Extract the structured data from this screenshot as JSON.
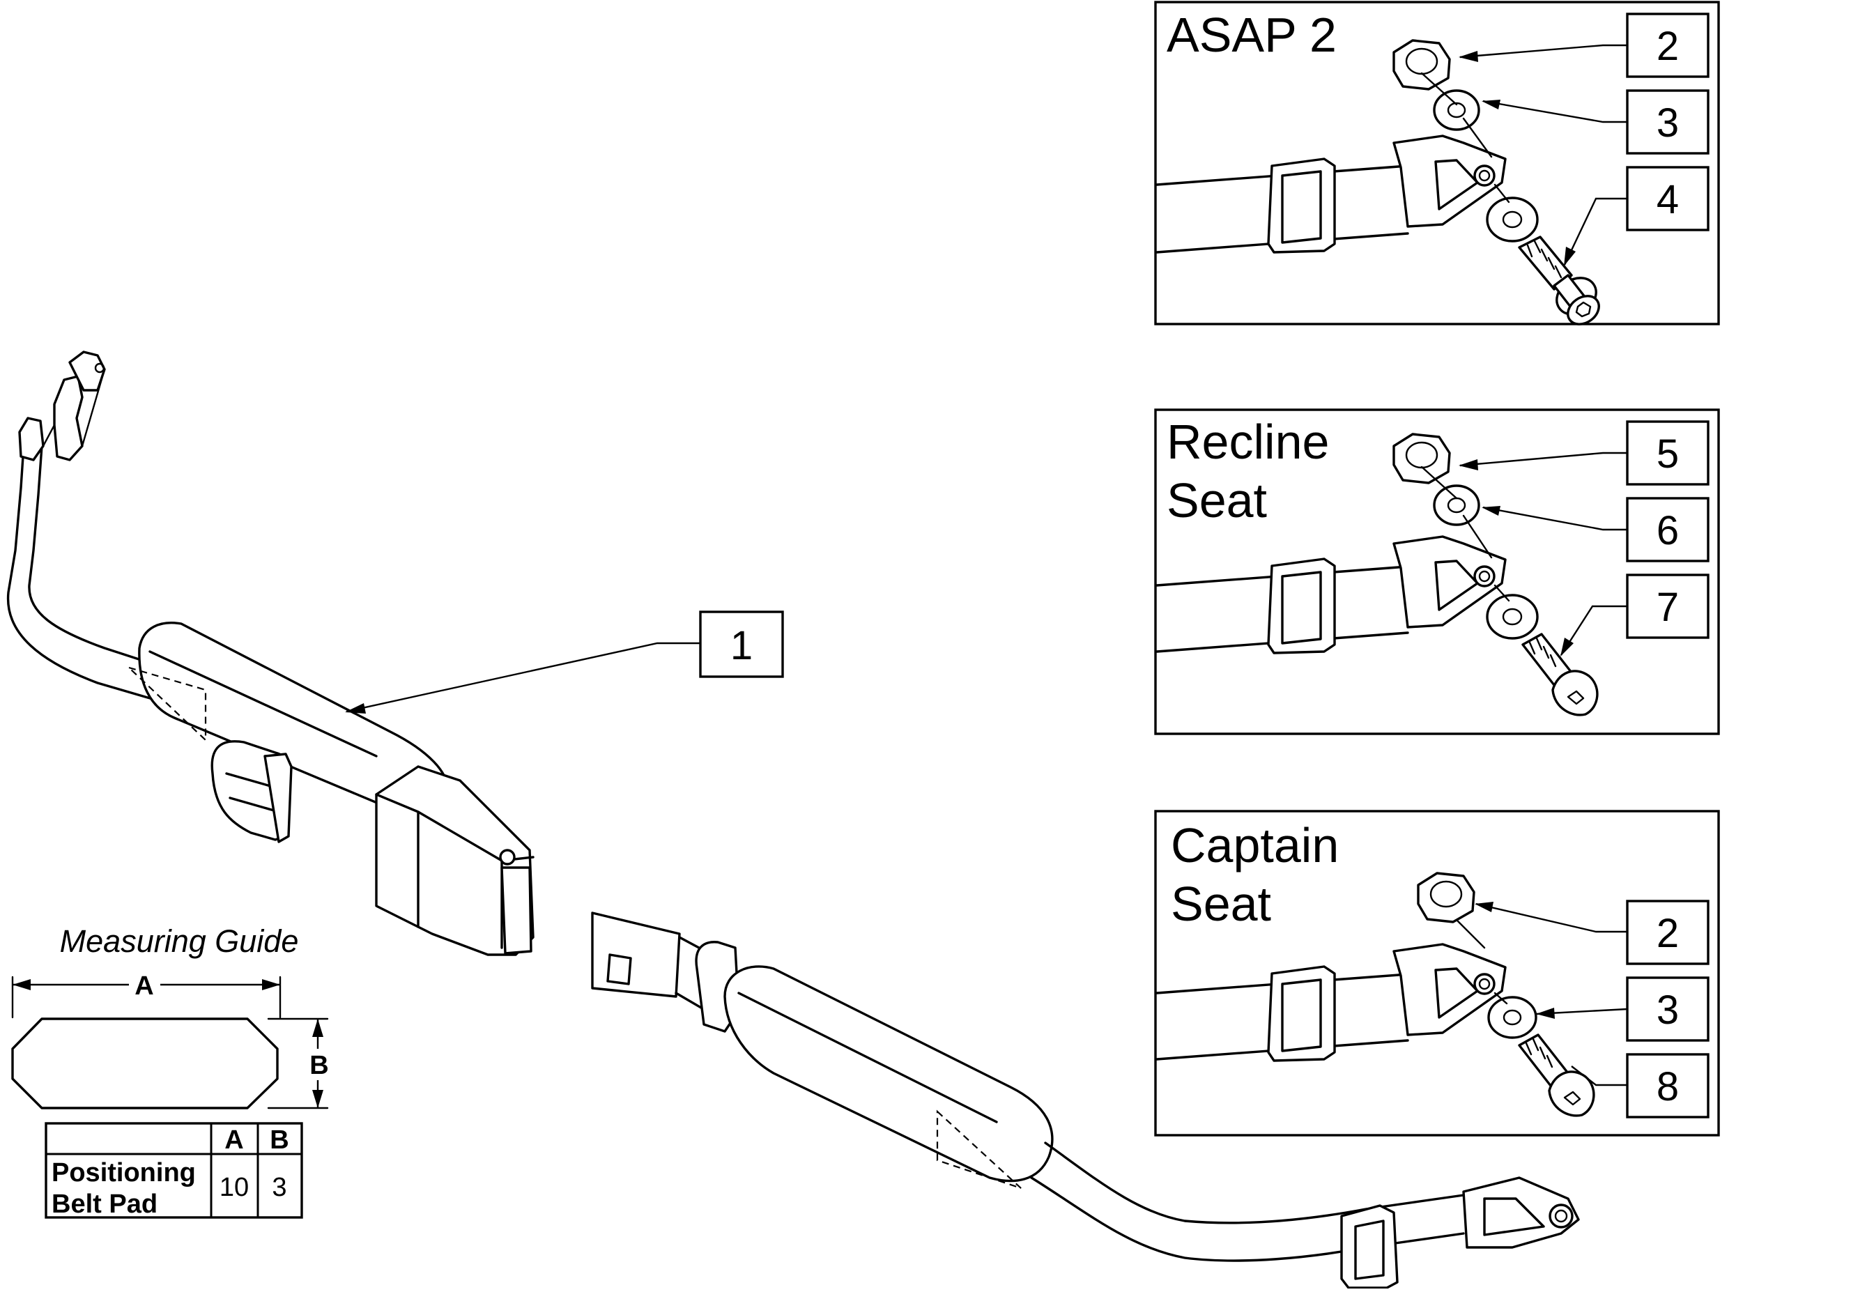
{
  "panels": {
    "asap2": {
      "title_lines": [
        "ASAP 2"
      ],
      "callouts": [
        "2",
        "3",
        "4"
      ]
    },
    "recline": {
      "title_lines": [
        "Recline",
        "Seat"
      ],
      "callouts": [
        "5",
        "6",
        "7"
      ]
    },
    "captain": {
      "title_lines": [
        "Captain",
        "Seat"
      ],
      "callouts": [
        "2",
        "3",
        "8"
      ]
    }
  },
  "main_callout": "1",
  "measuring_guide": {
    "title": "Measuring Guide",
    "dim_a": "A",
    "dim_b": "B",
    "table": {
      "header": [
        "",
        "A",
        "B"
      ],
      "rows": [
        {
          "label_lines": [
            "Positioning",
            "Belt Pad"
          ],
          "a": "10",
          "b": "3"
        }
      ]
    }
  }
}
